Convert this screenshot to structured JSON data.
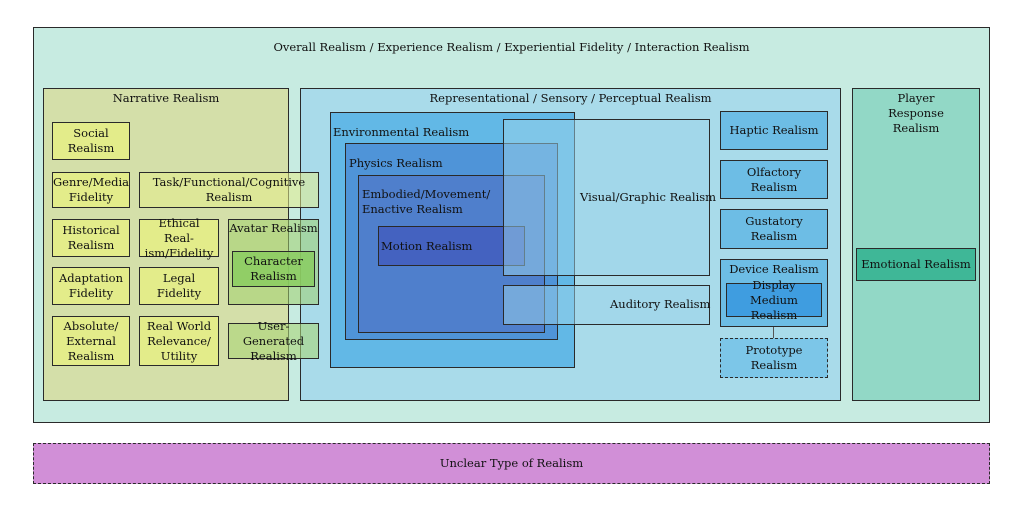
{
  "overall": "Overall Realism / Experience Realism / Experiential Fidelity / Interaction Realism",
  "narrative": {
    "title": "Narrative Realism",
    "items": {
      "social": "Social Realism",
      "genre": "Genre/Media Fidelity",
      "historical": "Historical Realism",
      "adaptation": "Adaptation Fidelity",
      "absolute": "Absolute/ External Realism",
      "ethical": "Ethical Real- ism/Fidelity",
      "legal": "Legal Fidelity",
      "realworld": "Real World Relevance/ Utility"
    }
  },
  "task": "Task/Functional/Cognitive Realism",
  "avatar": {
    "title": "Avatar Realism",
    "character": "Character Realism"
  },
  "user_generated": "User-Generated Realism",
  "representational": {
    "title": "Representational / Sensory / Perceptual Realism",
    "environmental": "Environmental Realism",
    "physics": "Physics Realism",
    "embodied": "Embodied/Movement/ Enactive Realism",
    "motion": "Motion Realism",
    "visual": "Visual/Graphic Realism",
    "auditory": "Auditory Realism",
    "haptic": "Haptic Realism",
    "olfactory": "Olfactory Realism",
    "gustatory": "Gustatory Realism",
    "device": "Device Realism",
    "display": "Display Medium Realism",
    "prototype": "Prototype Realism"
  },
  "player": {
    "title": "Player Response Realism",
    "emotional": "Emotional Realism"
  },
  "unclear": "Unclear Type of Realism",
  "colors": {
    "overall": "#c7ebe1",
    "narrative": "#d4dfa9",
    "narrative_item": "#e3ec8a",
    "representational": "#a9dbea",
    "player": "#92d8c6",
    "unclear": "#d18fd7"
  }
}
